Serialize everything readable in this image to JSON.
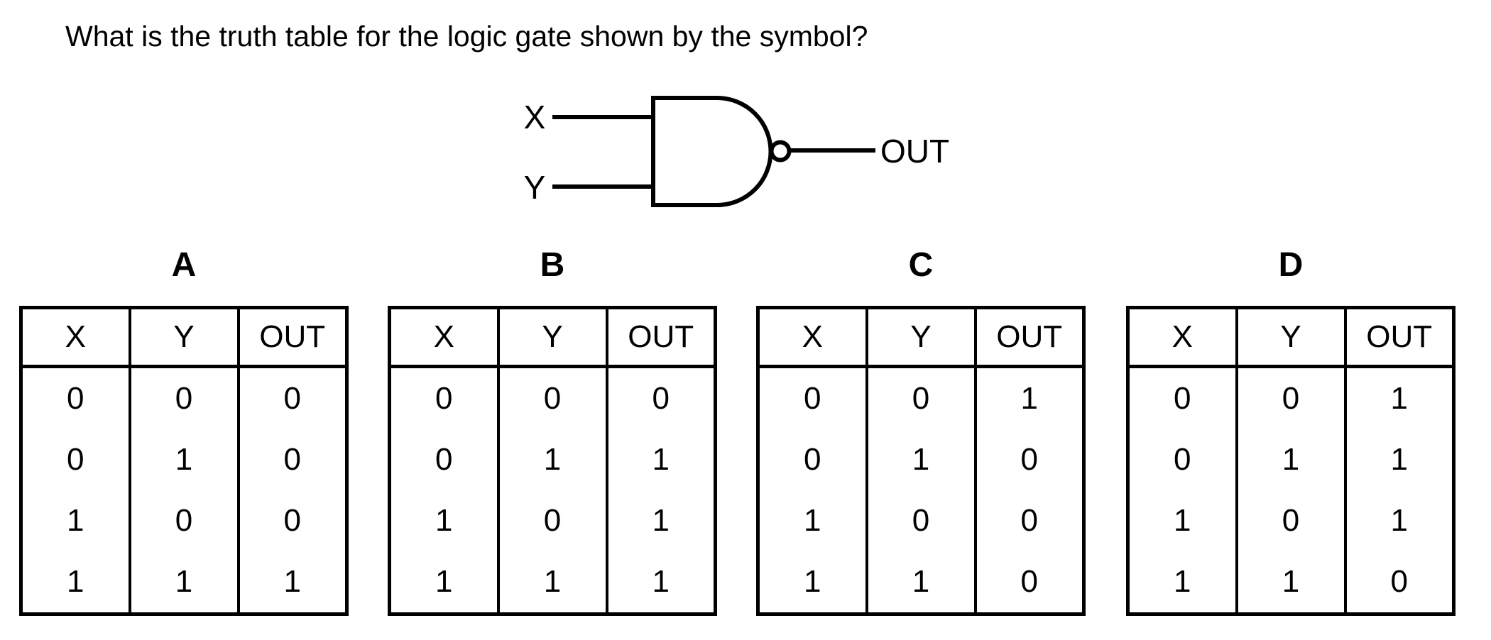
{
  "question": "What is the truth table for the logic gate shown by the symbol?",
  "colors": {
    "ink": "#000000",
    "background": "#ffffff"
  },
  "gate": {
    "symbol": "nand-gate",
    "inputs": [
      "X",
      "Y"
    ],
    "output": "OUT"
  },
  "table": {
    "headers": [
      "X",
      "Y",
      "OUT"
    ]
  },
  "options": [
    {
      "label": "A",
      "rows": [
        [
          "0",
          "0",
          "0"
        ],
        [
          "0",
          "1",
          "0"
        ],
        [
          "1",
          "0",
          "0"
        ],
        [
          "1",
          "1",
          "1"
        ]
      ]
    },
    {
      "label": "B",
      "rows": [
        [
          "0",
          "0",
          "0"
        ],
        [
          "0",
          "1",
          "1"
        ],
        [
          "1",
          "0",
          "1"
        ],
        [
          "1",
          "1",
          "1"
        ]
      ]
    },
    {
      "label": "C",
      "rows": [
        [
          "0",
          "0",
          "1"
        ],
        [
          "0",
          "1",
          "0"
        ],
        [
          "1",
          "0",
          "0"
        ],
        [
          "1",
          "1",
          "0"
        ]
      ]
    },
    {
      "label": "D",
      "rows": [
        [
          "0",
          "0",
          "1"
        ],
        [
          "0",
          "1",
          "1"
        ],
        [
          "1",
          "0",
          "1"
        ],
        [
          "1",
          "1",
          "0"
        ]
      ]
    }
  ]
}
